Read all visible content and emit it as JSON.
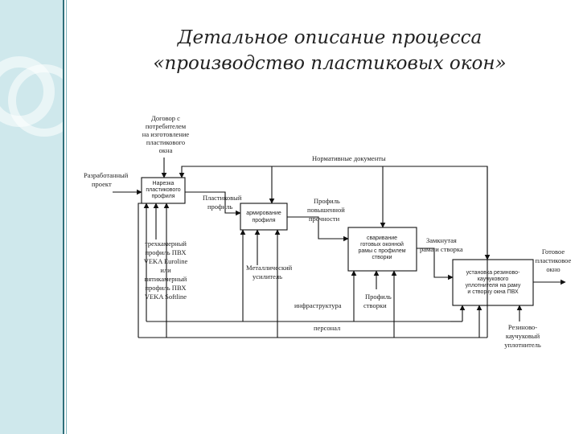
{
  "title": {
    "line1": "Детальное описание процесса",
    "line2": "«производство пластиковых окон»"
  },
  "blocks": {
    "b1": [
      "Нарезка",
      "пластикового",
      "профиля"
    ],
    "b2": [
      "армирование",
      "профиля"
    ],
    "b3": [
      "сваривание",
      "готовых оконной",
      "рамы с профилем",
      "створки"
    ],
    "b4": [
      "установка резиново-",
      "каучукового",
      "уплотнителя на раму",
      "и створку окна ПВХ"
    ]
  },
  "labels": {
    "contract": [
      "Договор с",
      "потребителем",
      "на изготовление",
      "пластикового",
      "окна"
    ],
    "project": [
      "Разработанный",
      "проект"
    ],
    "norms": "Нормативные документы",
    "plastic_profile": [
      "Пластиковый",
      "профиль"
    ],
    "profile_strength": [
      "Профиль",
      "повышенной",
      "прочности"
    ],
    "closed_frame": [
      "Замкнутая",
      "рама и створка"
    ],
    "ready_window": [
      "Готовое",
      "пластиковое",
      "окно"
    ],
    "pvc_profile": [
      "трехкамерный",
      "профиль ПВХ",
      "VEKA Euroline",
      "или",
      "пятикамерный",
      "профиль ПВХ",
      "VEKA Softline"
    ],
    "metal_insert": [
      "Металлический",
      "усилитель"
    ],
    "infrastructure": "инфраструктура",
    "sash_profile": [
      "Профиль",
      "створки"
    ],
    "personnel": "персонал",
    "seal": [
      "Резиново-",
      "каучуковый",
      "уплотнитель"
    ]
  }
}
